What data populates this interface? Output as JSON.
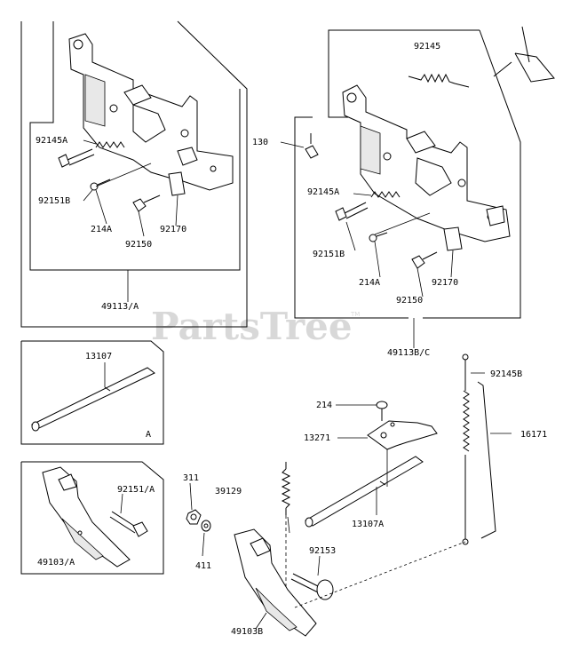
{
  "watermark": {
    "text": "PartsTree",
    "tm": "TM"
  },
  "labels": {
    "l_92145A_left": "92145A",
    "l_92151B_left": "92151B",
    "l_214A_left": "214A",
    "l_92150_left": "92150",
    "l_92170_left": "92170",
    "l_49113A": "49113/A",
    "l_92145_top": "92145",
    "l_130": "130",
    "l_92145A_right": "92145A",
    "l_92151B_right": "92151B",
    "l_214A_right": "214A",
    "l_92150_right": "92150",
    "l_92170_right": "92170",
    "l_49113BC": "49113B/C",
    "l_13107": "13107",
    "l_A_box": "A",
    "l_92145B": "92145B",
    "l_214": "214",
    "l_16171": "16171",
    "l_13271": "13271",
    "l_311": "311",
    "l_92151A": "92151/A",
    "l_39129": "39129",
    "l_13107A": "13107A",
    "l_49103A": "49103/A",
    "l_411": "411",
    "l_92153": "92153",
    "l_49103B": "49103B"
  }
}
